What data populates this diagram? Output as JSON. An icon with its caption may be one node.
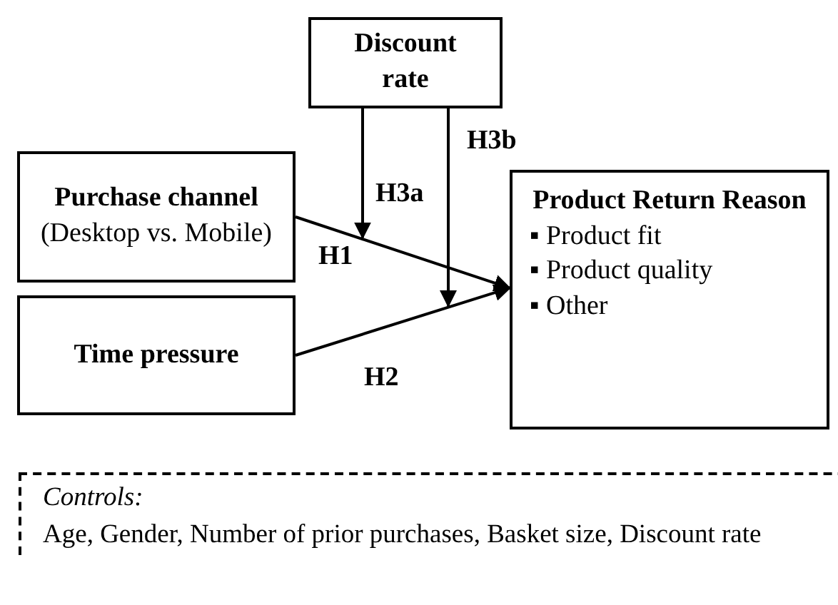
{
  "diagram": {
    "nodes": [
      {
        "text": [
          "Discount rate"
        ]
      },
      {
        "text": [
          "Purchase channel",
          "(Desktop vs. Mobile)"
        ]
      },
      {
        "text": [
          "Time pressure"
        ]
      },
      {
        "text": [
          "Product Return Reason",
          "▪ Product fit",
          "▪ Product quality",
          "▪ Other"
        ]
      },
      {
        "text": [
          "Controls:",
          "Age, Gender, Number of prior purchases, Basket size, Discount rate"
        ]
      }
    ],
    "edges": [
      {
        "from": 1,
        "to": 3,
        "arrow": "to",
        "label": "H1"
      },
      {
        "from": 2,
        "to": 3,
        "arrow": "to",
        "label": "H2"
      },
      {
        "from": 0,
        "to": null,
        "arrow": "to",
        "label": "H3a"
      },
      {
        "from": 0,
        "to": null,
        "arrow": "to",
        "label": "H3b"
      }
    ]
  }
}
